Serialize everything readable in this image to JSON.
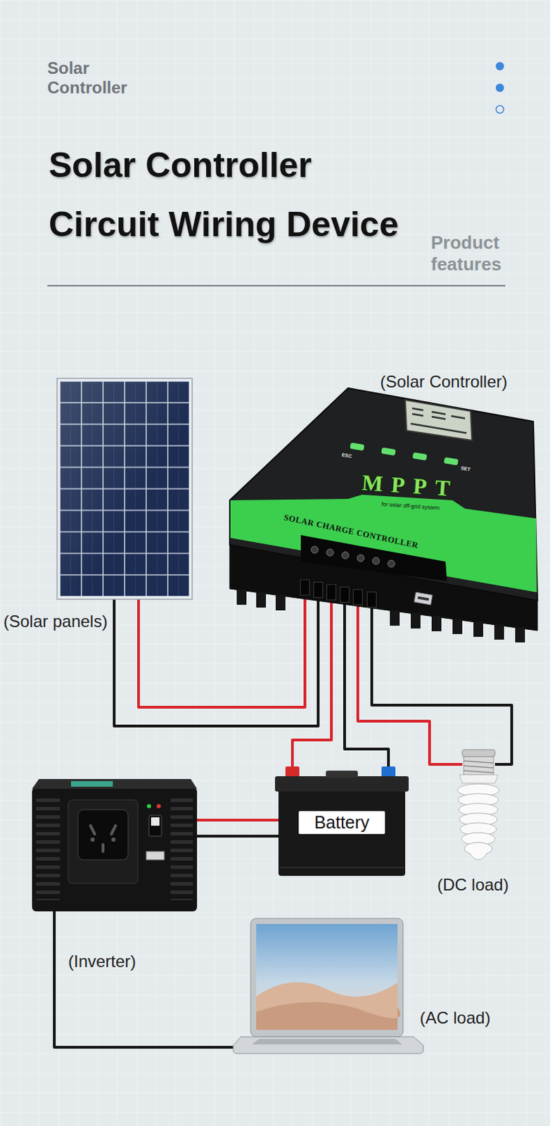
{
  "diagram": {
    "title": "Solar Controller Circuit Wiring Device",
    "nodes": [
      {
        "text": [
          "(Solar panels)"
        ]
      },
      {
        "text": [
          "(Solar Controller)"
        ]
      },
      {
        "text": [
          "(Inverter)"
        ]
      },
      {
        "text": [
          "Battery"
        ]
      },
      {
        "text": [
          "(DC load)"
        ]
      },
      {
        "text": [
          "(AC load)"
        ]
      }
    ],
    "edges": [
      {
        "from": 0,
        "to": 1,
        "arrow": "none"
      },
      {
        "from": 0,
        "to": 1,
        "arrow": "none"
      },
      {
        "from": 1,
        "to": 3,
        "arrow": "none"
      },
      {
        "from": 1,
        "to": 3,
        "arrow": "none"
      },
      {
        "from": 1,
        "to": 4,
        "arrow": "none"
      },
      {
        "from": 1,
        "to": 4,
        "arrow": "none"
      },
      {
        "from": 3,
        "to": 2,
        "arrow": "none"
      },
      {
        "from": 3,
        "to": 2,
        "arrow": "none"
      },
      {
        "from": 2,
        "to": 5,
        "arrow": "none"
      }
    ],
    "labels": [
      "Solar Controller",
      "Product features",
      "ESC",
      "SET",
      "MPPT",
      "for solar off-grid system",
      "SOLAR CHARGE CONTROLLER"
    ]
  }
}
